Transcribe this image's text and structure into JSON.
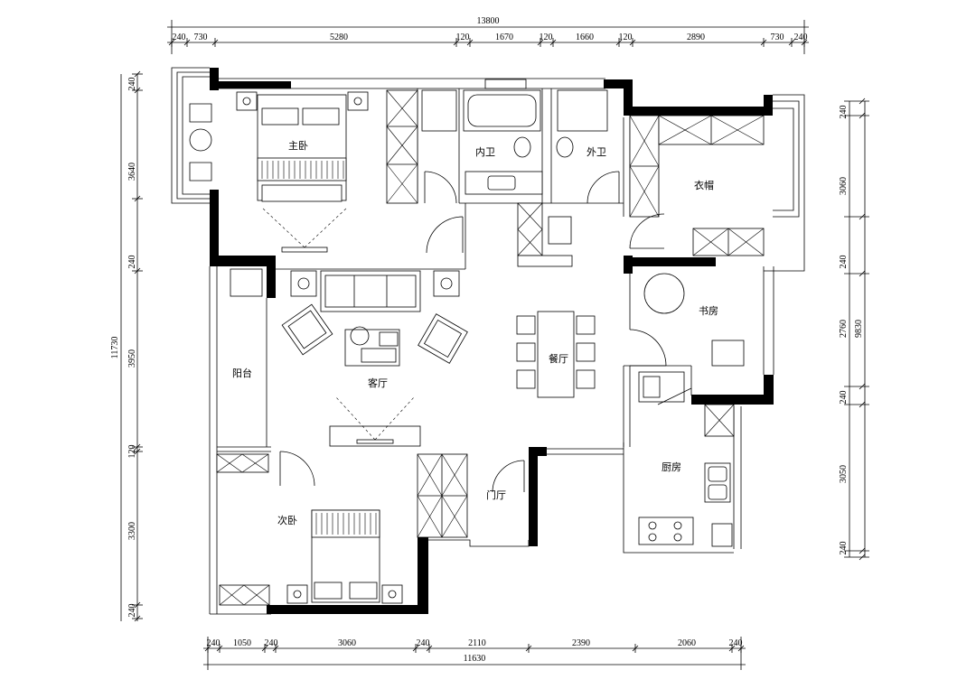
{
  "rooms": {
    "master_bedroom": "主卧",
    "inner_bath": "内卫",
    "outer_bath": "外卫",
    "cloakroom": "衣帽",
    "study": "书房",
    "balcony": "阳台",
    "living_room": "客厅",
    "dining_room": "餐厅",
    "kitchen": "厨房",
    "second_bedroom": "次卧",
    "foyer": "门厅"
  },
  "dimensions": {
    "top_total": "13800",
    "top_segments": [
      "240",
      "730",
      "5280",
      "120",
      "1670",
      "120",
      "1660",
      "120",
      "2890",
      "730",
      "240"
    ],
    "bottom_total": "11630",
    "bottom_segments": [
      "240",
      "1050",
      "240",
      "3060",
      "240",
      "2110",
      "2390",
      "2060",
      "240"
    ],
    "left_total": "11730",
    "left_segments": [
      "240",
      "3640",
      "240",
      "3950",
      "120",
      "3300",
      "240"
    ],
    "right_total": "9830",
    "right_segments": [
      "240",
      "3060",
      "240",
      "2760",
      "240",
      "3050",
      "240"
    ]
  }
}
